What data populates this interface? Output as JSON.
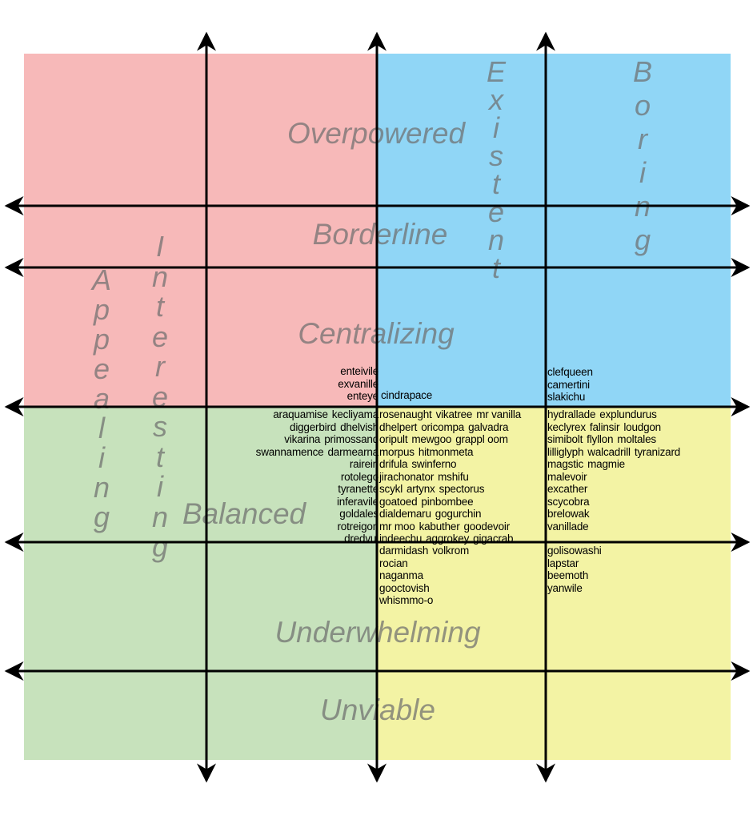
{
  "colors": {
    "top_left": "#f7b9b9",
    "top_right": "#90d6f6",
    "bottom_left": "#c7e2bc",
    "bottom_right": "#f3f3a4"
  },
  "axis_labels": {
    "rows": [
      "Overpowered",
      "Borderline",
      "Centralizing",
      "Balanced",
      "Underwhelming",
      "Unviable"
    ],
    "columns": [
      "Appealing",
      "Interesting",
      "Existent",
      "Boring"
    ]
  },
  "names": {
    "top_left": [
      [
        "enteivile"
      ],
      [
        "exvanille"
      ],
      [
        "enteye"
      ]
    ],
    "bottom_left": [
      [
        "araquamise",
        "kecliyama"
      ],
      [
        "diggerbird",
        "dhelvish"
      ],
      [
        "vikarina",
        "primossand"
      ],
      [
        "swannamence",
        "darmearna"
      ],
      [
        "rairein"
      ],
      [
        "rotolego"
      ],
      [
        "tyranette"
      ],
      [
        "inferavile"
      ],
      [
        "goldales"
      ],
      [
        "rotreigon"
      ],
      [
        "dredvul"
      ]
    ],
    "top_center": [
      [
        "cindrapace"
      ]
    ],
    "center": [
      [
        "rosenaught",
        "vikatree",
        "mr vanilla"
      ],
      [
        "dhelpert",
        "oricompa",
        "galvadra"
      ],
      [
        "oripult",
        "mewgoo",
        "grappl oom"
      ],
      [
        "morpus",
        "hitmonmeta"
      ],
      [
        "drifula",
        "swinferno"
      ],
      [
        "jirachonator",
        "mshifu"
      ],
      [
        "scykl",
        "artynx",
        "spectorus"
      ],
      [
        "goatoed",
        "pinbombee"
      ],
      [
        "dialdemaru",
        "gogurchin"
      ],
      [
        "mr moo",
        "kabuther",
        "goodevoir"
      ],
      [
        "indeechu",
        "aggrokey",
        "gigacrab"
      ]
    ],
    "lower_center": [
      [
        "darmidash",
        "volkrom"
      ],
      [
        "rocian"
      ],
      [
        "naganma"
      ],
      [
        "gooctovish"
      ],
      [
        "whismmo-o"
      ]
    ],
    "top_right": [
      [
        "clefqueen"
      ],
      [
        "camertini"
      ],
      [
        "slakichu"
      ]
    ],
    "right": [
      [
        "hydrallade",
        "explundurus"
      ],
      [
        "keclyrex",
        "falinsir",
        "loudgon"
      ],
      [
        "simibolt",
        "flyllon",
        "moltales"
      ],
      [
        "lilliglyph",
        "walcadrill",
        "tyranizard"
      ],
      [
        "magstic",
        "magmie"
      ],
      [
        "malevoir"
      ],
      [
        "excather"
      ],
      [
        "scycobra"
      ],
      [
        "brelowak"
      ],
      [
        "vanillade"
      ]
    ],
    "lower_right": [
      [
        "golisowashi"
      ],
      [
        "lapstar"
      ],
      [
        "beemoth"
      ],
      [
        "yanwile"
      ]
    ]
  }
}
